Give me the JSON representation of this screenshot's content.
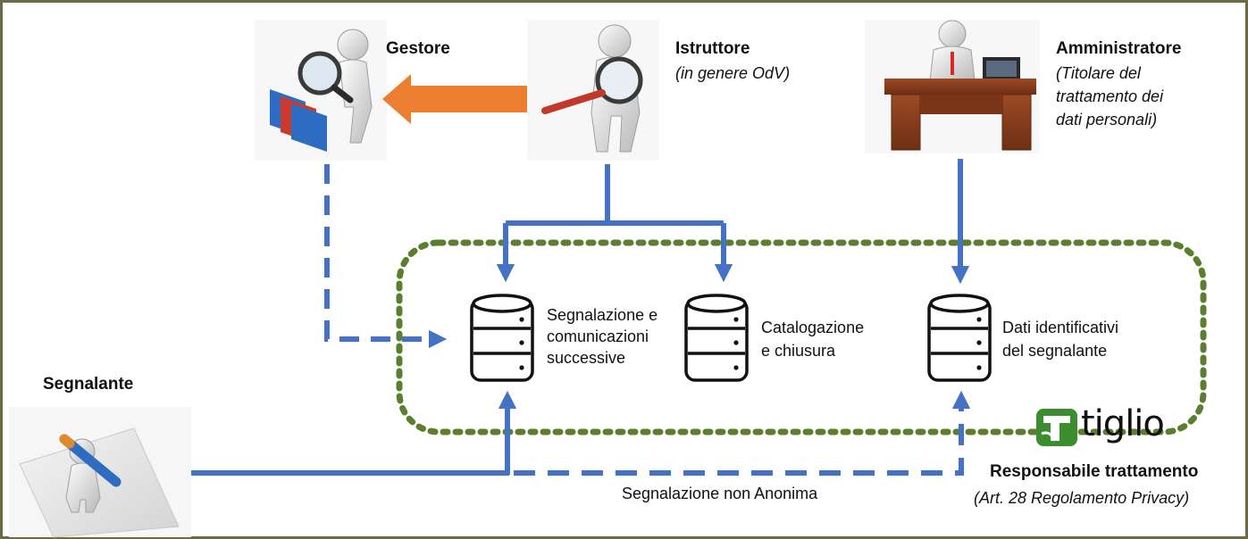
{
  "roles": {
    "gestore": {
      "title": "Gestore",
      "icon": "person-folders-magnifier-icon"
    },
    "istruttore": {
      "title": "Istruttore",
      "subtitle": "(in genere OdV)",
      "icon": "person-magnifier-icon"
    },
    "amministratore": {
      "title": "Amministratore",
      "subtitle_lines": [
        "(Titolare del",
        "trattamento dei",
        "dati personali)"
      ],
      "icon": "person-desk-icon"
    },
    "segnalante": {
      "title": "Segnalante",
      "icon": "person-writing-icon"
    }
  },
  "databases": [
    {
      "id": "segnalazione",
      "label_lines": [
        "Segnalazione e",
        "comunicazioni",
        "successive"
      ],
      "icon": "database-icon"
    },
    {
      "id": "catalogazione",
      "label_lines": [
        "Catalogazione",
        "e chiusura"
      ],
      "icon": "database-icon"
    },
    {
      "id": "dati",
      "label_lines": [
        "Dati identificativi",
        "del segnalante"
      ],
      "icon": "database-icon"
    }
  ],
  "responsabile": {
    "logo_text": "tiglio",
    "title": "Responsabile trattamento",
    "subtitle": "(Art. 28 Regolamento Privacy)"
  },
  "edge_label": "Segnalazione non Anonima",
  "colors": {
    "flow": "#4472c4",
    "boundary": "#5a7f2e",
    "frame": "#6b6a40",
    "arrow_orange": "#ed7d31",
    "logo_green": "#3c8d2f"
  }
}
